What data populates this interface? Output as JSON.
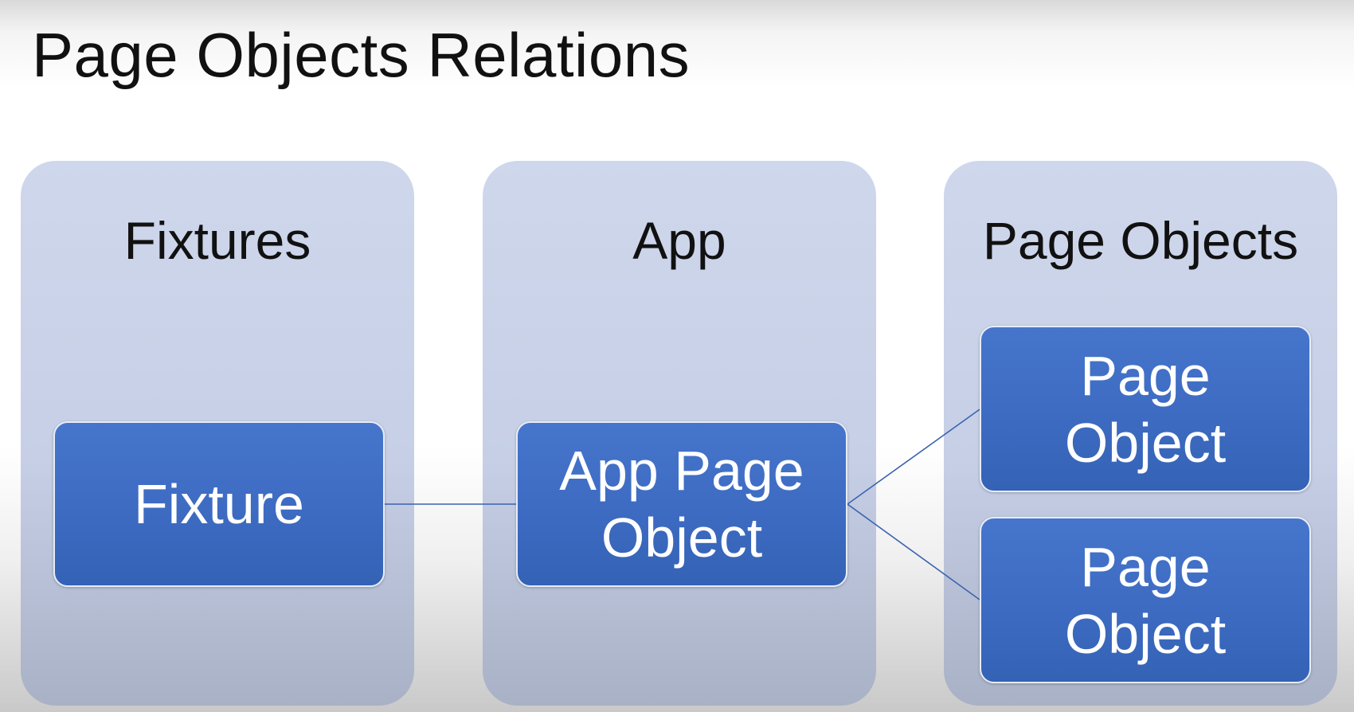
{
  "slide": {
    "title": "Page Objects Relations"
  },
  "columns": [
    {
      "heading": "Fixtures",
      "nodes": [
        "Fixture"
      ]
    },
    {
      "heading": "App",
      "nodes": [
        "App Page\nObject"
      ]
    },
    {
      "heading": "Page Objects",
      "nodes": [
        "Page\nObject",
        "Page\nObject"
      ]
    }
  ],
  "connections": [
    {
      "from": "Fixture",
      "to": "App Page Object"
    },
    {
      "from": "App Page Object",
      "to": "Page Object (top)"
    },
    {
      "from": "App Page Object",
      "to": "Page Object (bottom)"
    }
  ],
  "colors": {
    "panel": "#c9d1e8",
    "node_fill": "#3f6dc4",
    "node_border": "#e6ecf8",
    "connector": "#3c63b0",
    "title_text": "#111111",
    "node_text": "#ffffff"
  }
}
